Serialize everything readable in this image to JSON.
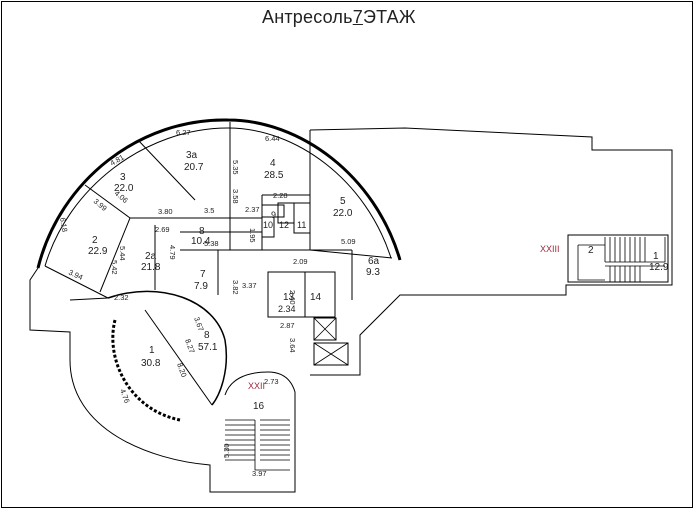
{
  "title": {
    "prefix": "Антресоль",
    "floor": "7",
    "suffix": "ЭТАЖ"
  },
  "sections": [
    {
      "label": "XXIII",
      "color": "#a0283c"
    },
    {
      "label": "XXII",
      "color": "#a0283c"
    }
  ],
  "rooms": [
    {
      "number": "1",
      "area": "30.8"
    },
    {
      "number": "2",
      "area": "22.9"
    },
    {
      "number": "2а",
      "area": "21.8"
    },
    {
      "number": "3",
      "area": "22.0"
    },
    {
      "number": "3а",
      "area": "20.7"
    },
    {
      "number": "4",
      "area": "28.5"
    },
    {
      "number": "5",
      "area": "22.0"
    },
    {
      "number": "6а",
      "area": "9.3"
    },
    {
      "number": "7",
      "area": "7.9"
    },
    {
      "number": "8",
      "area": "10.4"
    },
    {
      "number": "8",
      "area": "57.1"
    },
    {
      "number": "9"
    },
    {
      "number": "10"
    },
    {
      "number": "11"
    },
    {
      "number": "12"
    },
    {
      "number": "13",
      "area": "2.34"
    },
    {
      "number": "14"
    },
    {
      "number": "16"
    },
    {
      "number": "1",
      "area": "12.9"
    },
    {
      "number": "2"
    }
  ],
  "dimensions": [
    "6.27",
    "6.44",
    "4.81",
    "5.35",
    "3.58",
    "2.28",
    "4.06",
    "3.80",
    "3.5",
    "2.37",
    "3.99",
    "6.18",
    "2.69",
    "1.95",
    "5.38",
    "2.09",
    "5.09",
    "5.44",
    "5.42",
    "4.79",
    "3.94",
    "3.82",
    "3.37",
    "2.40",
    "2.32",
    "3.67",
    "2.87",
    "8.27",
    "3.64",
    "8.20",
    "4.76",
    "2.73",
    "5.30",
    "3.97"
  ]
}
